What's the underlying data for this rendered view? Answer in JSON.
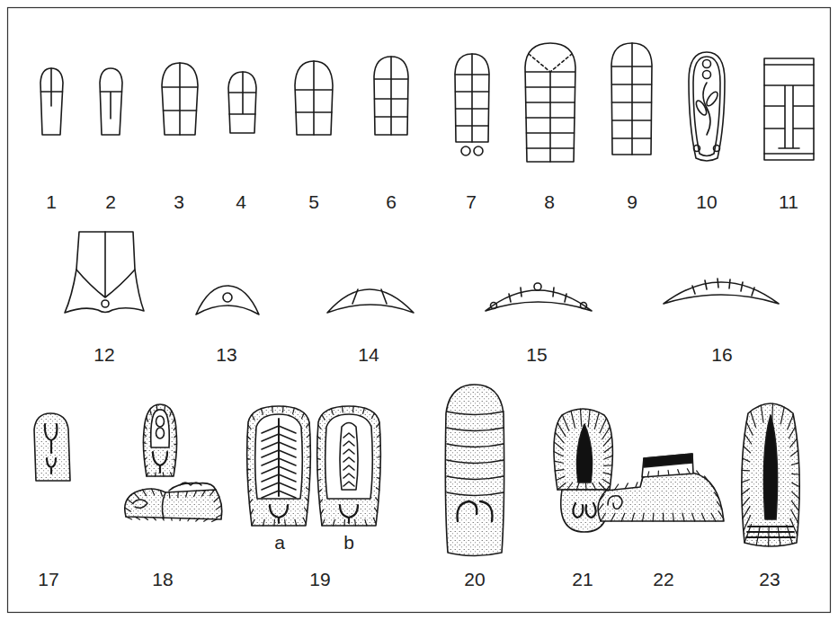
{
  "diagram": {
    "labels": [
      "1",
      "2",
      "3",
      "4",
      "5",
      "6",
      "7",
      "8",
      "9",
      "10",
      "11",
      "12",
      "13",
      "14",
      "15",
      "16",
      "17",
      "18",
      "19",
      "a",
      "b",
      "20",
      "21",
      "22",
      "23"
    ]
  }
}
